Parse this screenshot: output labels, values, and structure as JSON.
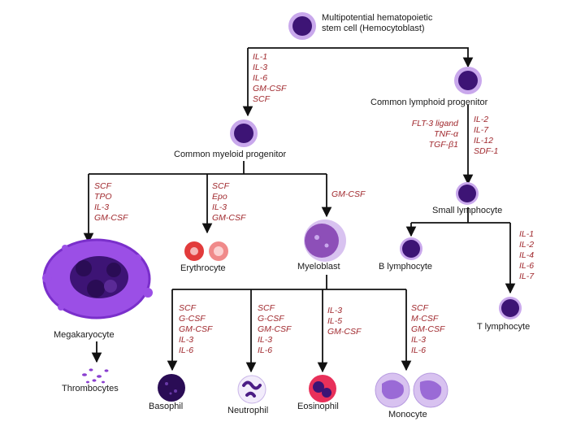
{
  "colors": {
    "cell_dark": "#3d1475",
    "cell_ring": "#c9a8ec",
    "cytokine_text": "#a0282d",
    "label_text": "#1a1a1a",
    "line": "#111111",
    "mega": "#9b4fe6",
    "rbc": "#e23b3b"
  },
  "cells": {
    "stem_cell": {
      "line1": "Multipotential hematopoietic",
      "line2": "stem cell    (Hemocytoblast)"
    },
    "common_lymphoid": "Common lymphoid progenitor",
    "common_myeloid": "Common myeloid progenitor",
    "small_lymphocyte": "Small lymphocyte",
    "b_lymphocyte": "B lymphocyte",
    "t_lymphocyte": "T lymphocyte",
    "megakaryocyte": "Megakaryocyte",
    "thrombocytes": "Thrombocytes",
    "erythrocyte": "Erythrocyte",
    "myeloblast": "Myeloblast",
    "basophil": "Basophil",
    "neutrophil": "Neutrophil",
    "eosinophil": "Eosinophil",
    "monocyte": "Monocyte"
  },
  "cytokines": {
    "to_myeloid": [
      "IL-1",
      "IL-3",
      "IL-6",
      "GM-CSF",
      "SCF"
    ],
    "to_lymphoid_left": [
      "FLT-3 ligand",
      "TNF-α",
      "TGF-β1"
    ],
    "to_lymphoid_right": [
      "IL-2",
      "IL-7",
      "IL-12",
      "SDF-1"
    ],
    "to_megakaryocyte": [
      "SCF",
      "TPO",
      "IL-3",
      "GM-CSF"
    ],
    "to_erythrocyte": [
      "SCF",
      "Epo",
      "IL-3",
      "GM-CSF"
    ],
    "to_myeloblast": [
      "GM-CSF"
    ],
    "to_t_lymphocyte": [
      "IL-1",
      "IL-2",
      "IL-4",
      "IL-6",
      "IL-7"
    ],
    "to_basophil": [
      "SCF",
      "G-CSF",
      "GM-CSF",
      "IL-3",
      "IL-6"
    ],
    "to_neutrophil": [
      "SCF",
      "G-CSF",
      "GM-CSF",
      "IL-3",
      "IL-6"
    ],
    "to_eosinophil": [
      "IL-3",
      "IL-5",
      "GM-CSF"
    ],
    "to_monocyte": [
      "SCF",
      "M-CSF",
      "GM-CSF",
      "IL-3",
      "IL-6"
    ]
  }
}
